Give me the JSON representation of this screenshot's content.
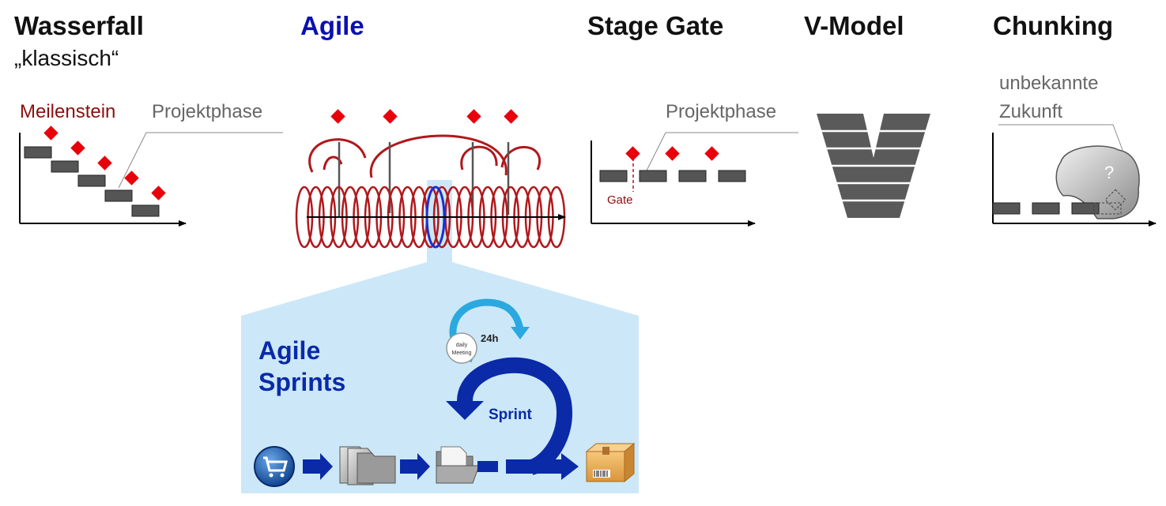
{
  "headings": {
    "waterfall": "Wasserfall",
    "waterfall_sub": "„klassisch“",
    "agile": "Agile",
    "stage_gate": "Stage Gate",
    "v_model": "V-Model",
    "chunking": "Chunking"
  },
  "labels": {
    "milestone": "Meilenstein",
    "phase_waterfall": "Projektphase",
    "phase_stage_gate": "Projektphase",
    "gate": "Gate",
    "unknown_line1": "unbekannte",
    "unknown_line2": "Zukunft",
    "question_mark": "?"
  },
  "sprints": {
    "title_line1": "Agile",
    "title_line2": "Sprints",
    "cycle_24h": "24h",
    "daily_line1": "daily",
    "daily_line2": "Meeting",
    "sprint": "Sprint"
  },
  "colors": {
    "heading_agile": "#0a10b0",
    "milestone_red": "#e8000b",
    "dark_red": "#8b1010",
    "phase_bar": "#555555",
    "label_gray": "#666666",
    "sprint_blue": "#0a2aa8",
    "sprint_panel": "#cce8f8",
    "cycle_cyan": "#2aa8e0"
  },
  "icons": [
    "cart-icon",
    "documents-icon",
    "folder-icon",
    "package-icon",
    "arrow-right-icon"
  ]
}
